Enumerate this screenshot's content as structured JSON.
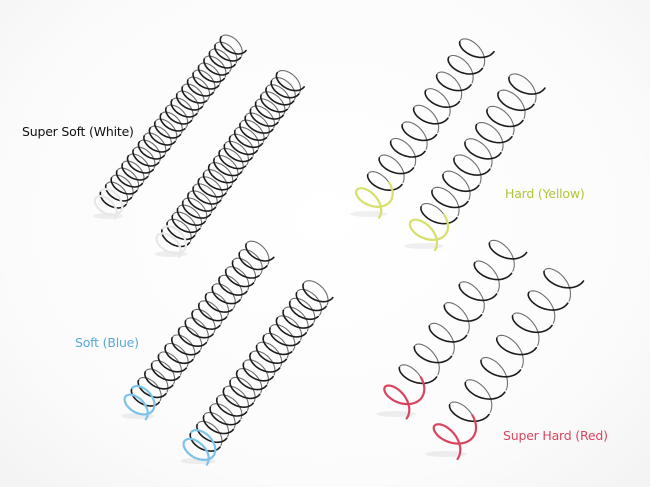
{
  "labels": {
    "super_soft": "Super Soft (White)",
    "hard": "Hard (Yellow)",
    "soft": "Soft (Blue)",
    "super_hard": "Super Hard (Red)"
  },
  "colors": {
    "background": "#ffffff",
    "spring_wire": "#1c1c1c",
    "super_soft_text": "#111111",
    "super_soft_mark": "#e8e8e8",
    "hard_text": "#b5c43a",
    "hard_mark": "#d6e06a",
    "soft_text": "#5aa9d6",
    "soft_mark": "#7cc4ea",
    "super_hard_text": "#d9455f",
    "super_hard_mark": "#d9455f"
  },
  "springs": {
    "super_soft": {
      "count": 2,
      "coils": 24,
      "mark": "white"
    },
    "hard": {
      "count": 2,
      "coils": 10,
      "mark": "yellow"
    },
    "soft": {
      "count": 2,
      "coils": 19,
      "mark": "blue"
    },
    "super_hard": {
      "count": 2,
      "coils": 8,
      "mark": "red"
    }
  }
}
